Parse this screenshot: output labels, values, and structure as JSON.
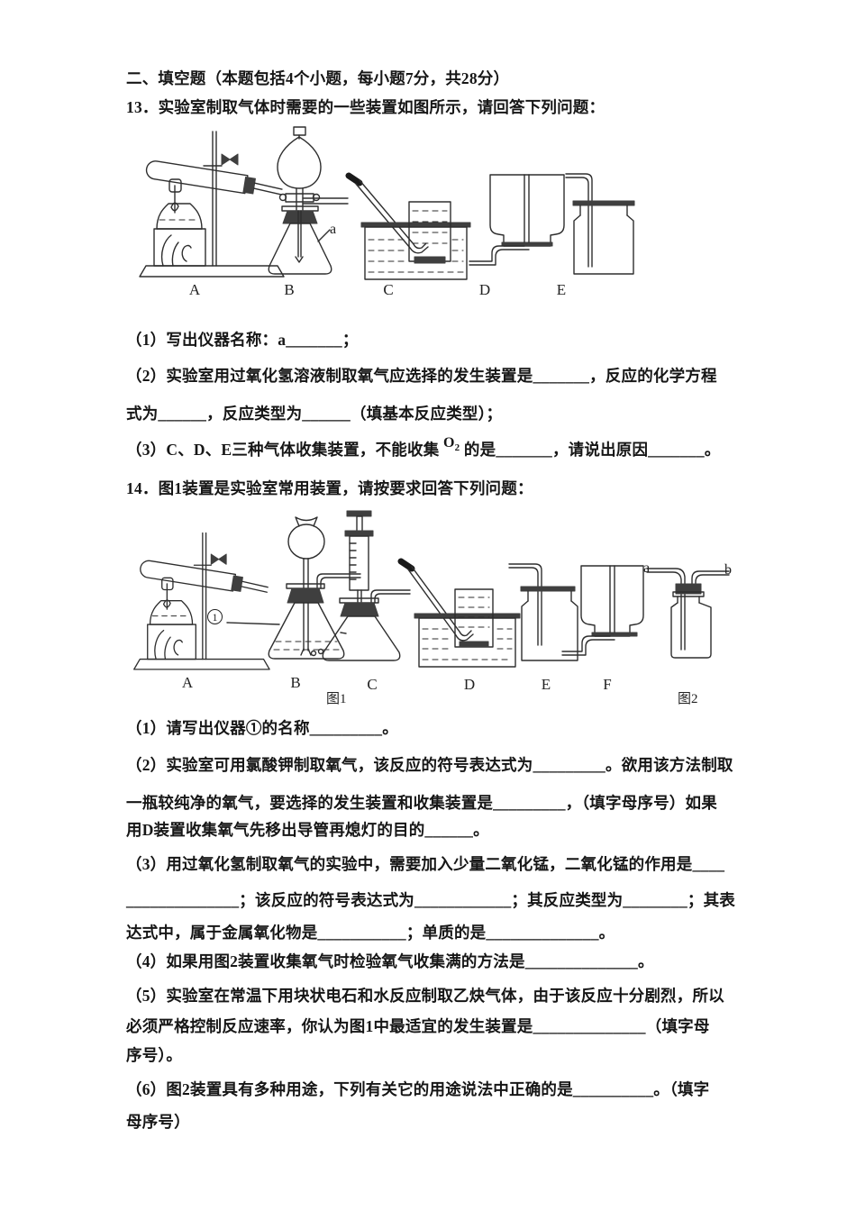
{
  "section_header": "二、填空题（本题包括4个小题，每小题7分，共28分）",
  "q13": {
    "number_intro": "13．实验室制取气体时需要的一些装置如图所示，请回答下列问题：",
    "figure1": {
      "device_labels": [
        "A",
        "B",
        "C",
        "D",
        "E"
      ],
      "annotation_a": "a"
    },
    "part1": "（1）写出仪器名称：a_______；",
    "part2_line1": "（2）实验室用过氧化氢溶液制取氧气应选择的发生装置是_______，反应的化学方程",
    "part2_line2": "式为______，反应类型为______（填基本反应类型）；",
    "part3_before": "（3）C、D、E三种气体收集装置，不能收集",
    "part3_gas": "O",
    "part3_gas_subscript": "2",
    "part3_after": "的是_______，请说出原因_______。"
  },
  "q14": {
    "number_intro": "14．图1装置是实验室常用装置，请按要求回答下列问题：",
    "figure2": {
      "device_labels": [
        "A",
        "B",
        "C",
        "D",
        "E",
        "F"
      ],
      "caption_fig1": "图1",
      "caption_fig2": "图2",
      "annotation_circle_1": "1",
      "annotation_a": "a",
      "annotation_b": "b"
    },
    "lines": [
      "（1）请写出仪器①的名称_________。",
      "（2）实验室可用氯酸钾制取氧气，该反应的符号表达式为_________。欲用该方法制取",
      "一瓶较纯净的氧气，要选择的发生装置和收集装置是_________，（填字母序号）如果",
      "用D装置收集氧气先移出导管再熄灯的目的______。",
      "（3）用过氧化氢制取氧气的实验中，需要加入少量二氧化锰，二氧化锰的作用是____",
      "______________；该反应的符号表达式为____________；其反应类型为________；其表",
      "达式中，属于金属氧化物是___________；单质的是______________。",
      "（4）如果用图2装置收集氧气时检验氧气收集满的方法是______________。",
      "（5）实验室在常温下用块状电石和水反应制取乙炔气体，由于该反应十分剧烈，所以",
      "必须严格控制反应速率，你认为图1中最适宜的发生装置是______________（填字母",
      "序号）。",
      "（6）图2装置具有多种用途，下列有关它的用途说法中正确的是__________。（填字",
      "母序号）"
    ]
  }
}
